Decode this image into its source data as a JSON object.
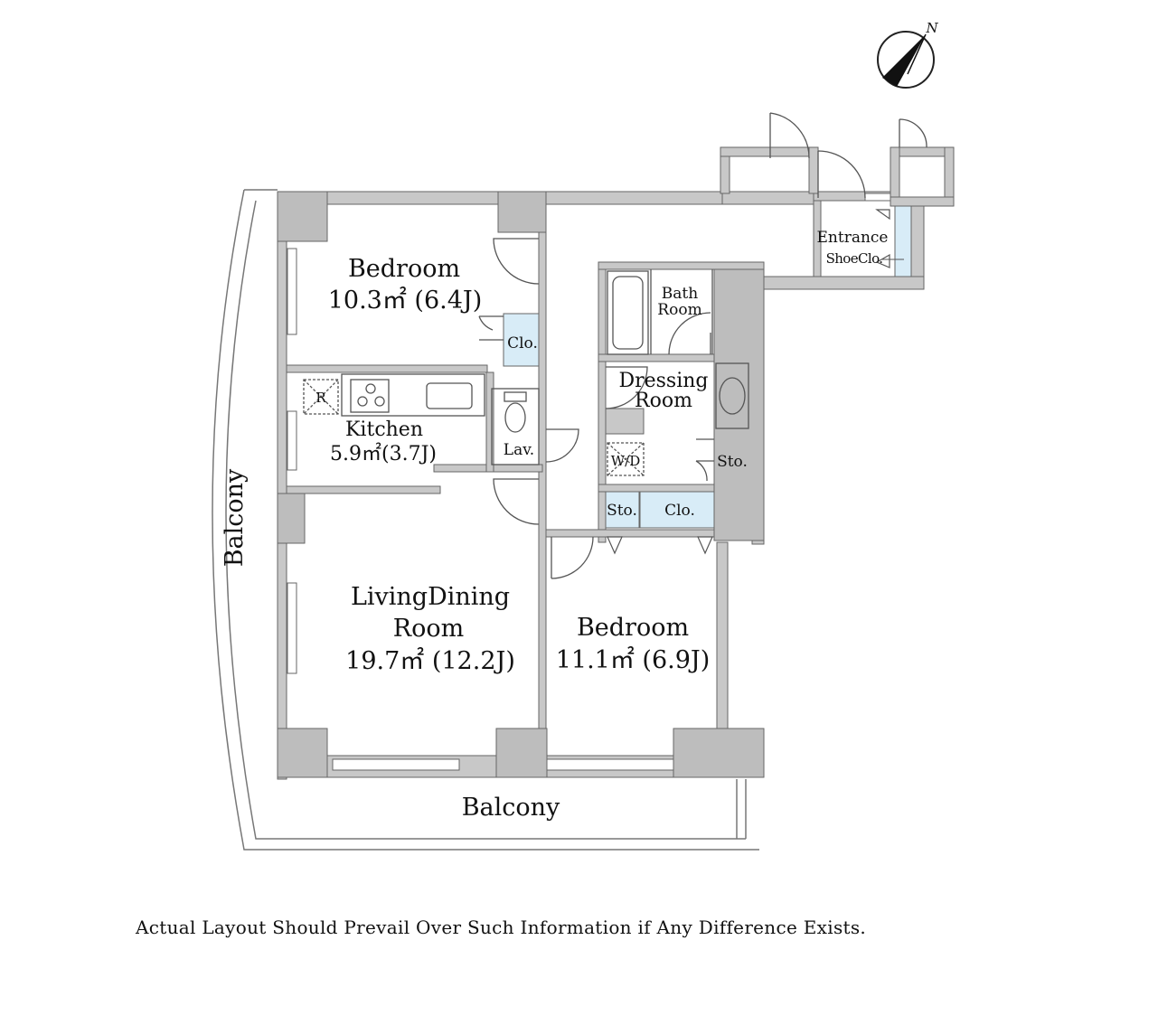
{
  "colors": {
    "wall": "#c8c8c8",
    "column": "#bdbdbd",
    "storage": "#d8ecf7",
    "line": "#666666",
    "text": "#111111"
  },
  "compass": {
    "north_label": "N"
  },
  "rooms": {
    "bedroom_1": {
      "name": "Bedroom",
      "area": "10.3㎡ (6.4J)"
    },
    "kitchen": {
      "name": "Kitchen",
      "area": "5.9㎡(3.7J)"
    },
    "fridge": {
      "label": "R"
    },
    "living_dining": {
      "name_line1": "LivingDining",
      "name_line2": "Room",
      "area": "19.7㎡ (12.2J)"
    },
    "bedroom_2": {
      "name": "Bedroom",
      "area": "11.1㎡ (6.9J)"
    },
    "bath": {
      "name_line1": "Bath",
      "name_line2": "Room"
    },
    "dressing": {
      "name_line1": "Dressing",
      "name_line2": "Room"
    },
    "washer": {
      "label": "W/D"
    },
    "lavatory": {
      "label": "Lav."
    },
    "closet_1": {
      "label": "Clo."
    },
    "closet_2": {
      "label": "Clo."
    },
    "storage_1": {
      "label": "Sto."
    },
    "storage_2": {
      "label": "Sto."
    },
    "entrance": {
      "name": "Entrance",
      "shoe_closet": "ShoeClo."
    }
  },
  "balcony_west": "Balcony",
  "balcony_south": "Balcony",
  "disclaimer": "Actual Layout Should Prevail Over Such Information if Any Difference Exists."
}
